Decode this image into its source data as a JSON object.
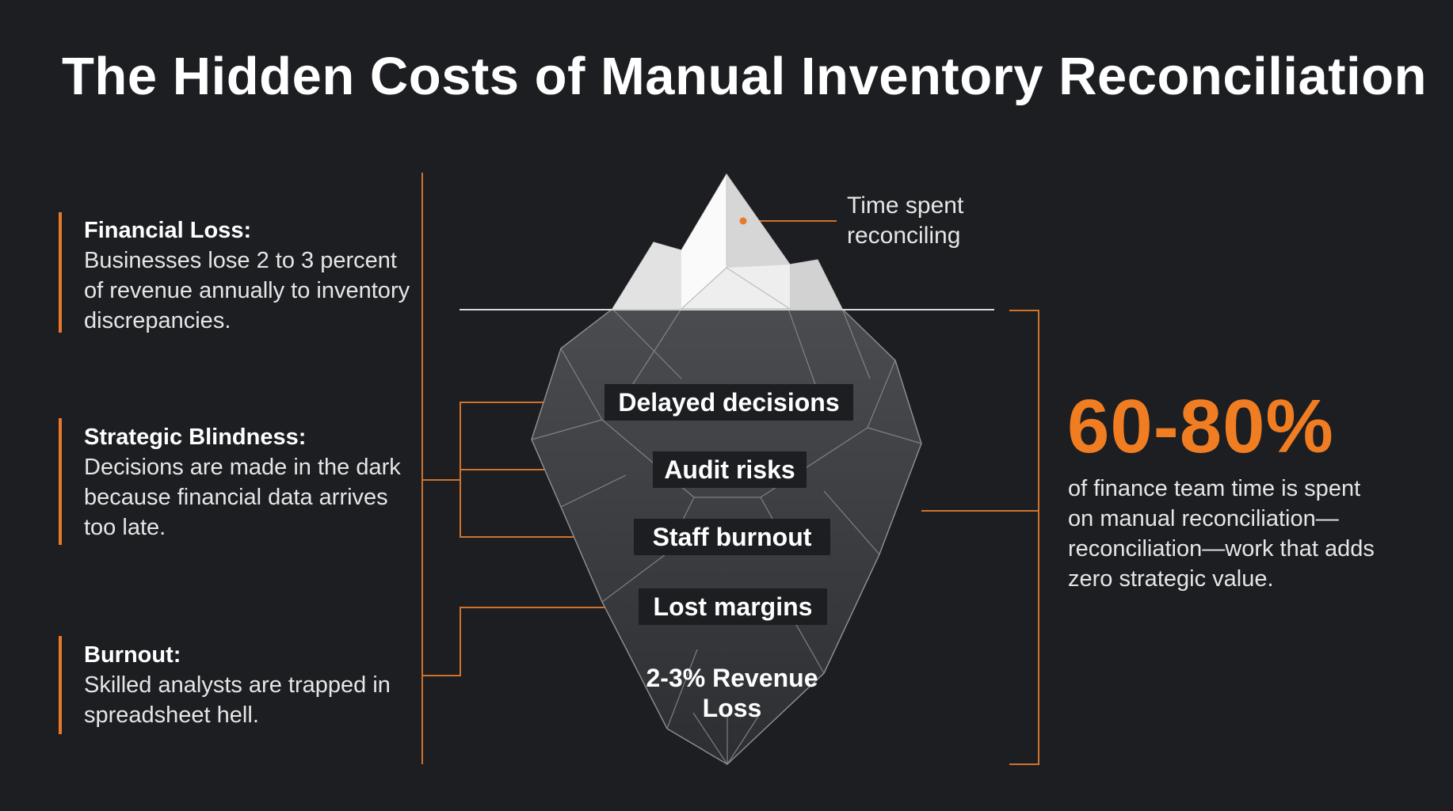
{
  "title": "The Hidden Costs of Manual Inventory Reconciliation",
  "left_items": [
    {
      "heading": "Financial Loss:",
      "text": "Businesses lose 2 to 3 percent of revenue annually to inventory discrepancies."
    },
    {
      "heading": "Strategic Blindness:",
      "text": "Decisions are made in the dark because financial data arrives too late."
    },
    {
      "heading": "Burnout:",
      "text": "Skilled analysts are trapped in spreadsheet hell."
    }
  ],
  "iceberg": {
    "tip_label": "Time spent reconciling",
    "hidden_labels": [
      "Delayed decisions",
      "Audit risks",
      "Staff burnout",
      "Lost margins",
      "2-3% Revenue Loss"
    ]
  },
  "stat": {
    "value": "60-80%",
    "description": "of finance team time is spent on manual reconciliation—reconciliation—work that adds zero strategic value."
  },
  "colors": {
    "background": "#1c1e22",
    "accent": "#e8782a",
    "stat": "#f07d22",
    "ice_top": "#f2f2f2",
    "ice_bottom": "#3a3c40"
  }
}
